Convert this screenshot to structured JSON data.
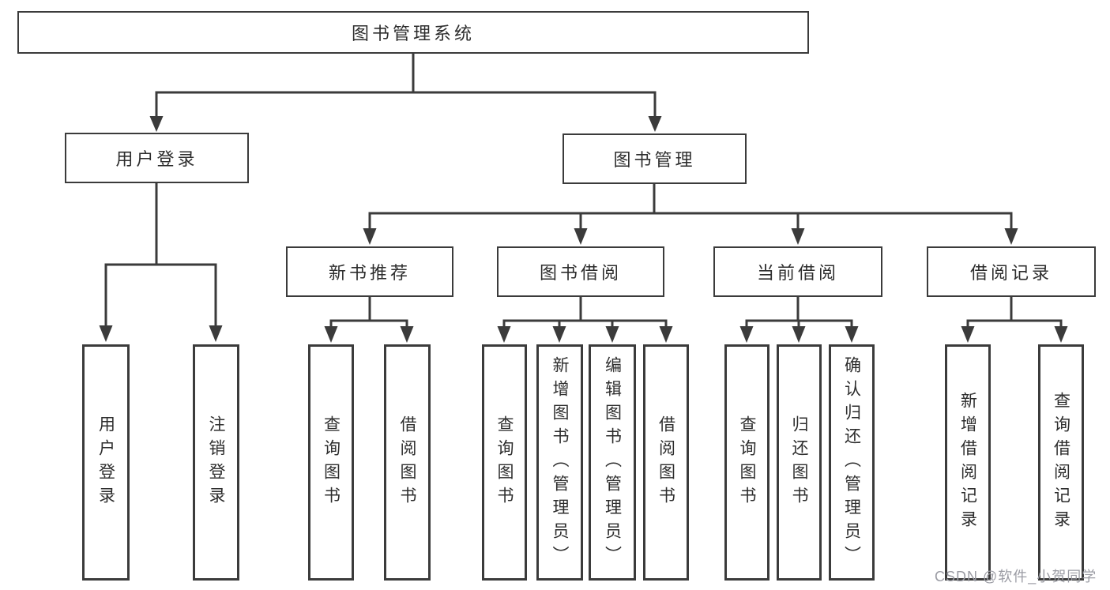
{
  "nodes": {
    "root": "图书管理系统",
    "l2": {
      "login": "用户登录",
      "mgmt": "图书管理"
    },
    "l3": {
      "rec": "新书推荐",
      "borrow": "图书借阅",
      "current": "当前借阅",
      "record": "借阅记录"
    },
    "leaves": {
      "login1": "用户登录",
      "login2": "注销登录",
      "rec1": "查询图书",
      "rec2": "借阅图书",
      "borrow1": "查询图书",
      "borrow2": "新增图书（管理员）",
      "borrow3": "编辑图书（管理员）",
      "borrow4": "借阅图书",
      "current1": "查询图书",
      "current2": "归还图书",
      "current3": "确认归还（管理员）",
      "record1": "新增借阅记录",
      "record2": "查询借阅记录"
    }
  },
  "watermark": {
    "text": "CSDN @软件_小贺同学"
  },
  "colors": {
    "line": "#3b3b3b",
    "text": "#2d2d2d",
    "watermark": "#9b9ca4",
    "background": "#ffffff"
  }
}
